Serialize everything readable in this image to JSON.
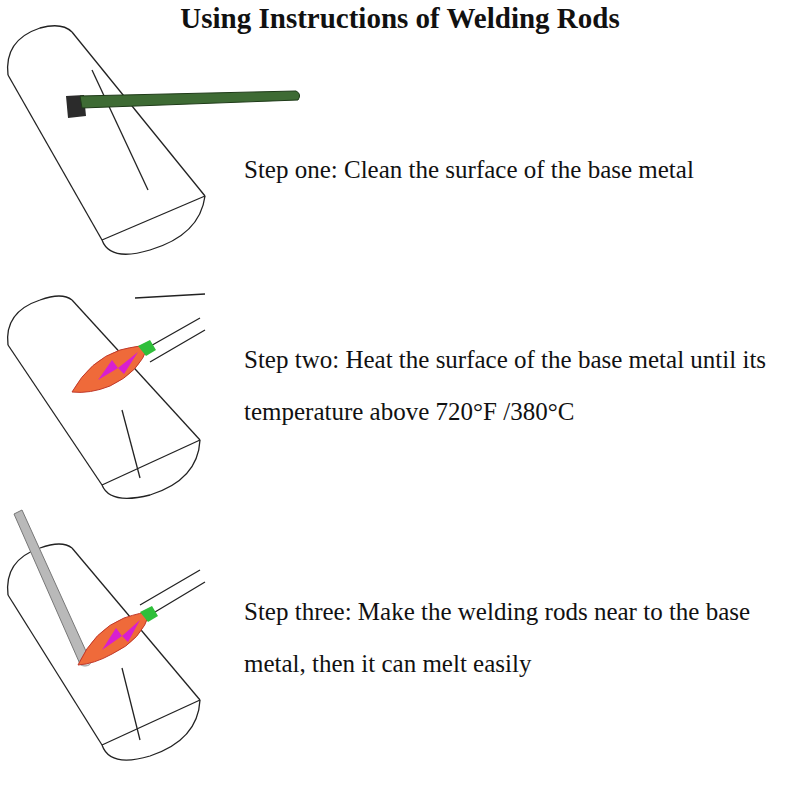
{
  "diagram": {
    "title": "Using Instructions of Welding Rods",
    "labels": [
      "Step one: Clean the surface of the base metal",
      "Step two: Heat the surface of the base metal until its temperature above 720°F /380°C",
      "Step three: Make the welding rods near to the base metal, then it can melt easily"
    ]
  }
}
